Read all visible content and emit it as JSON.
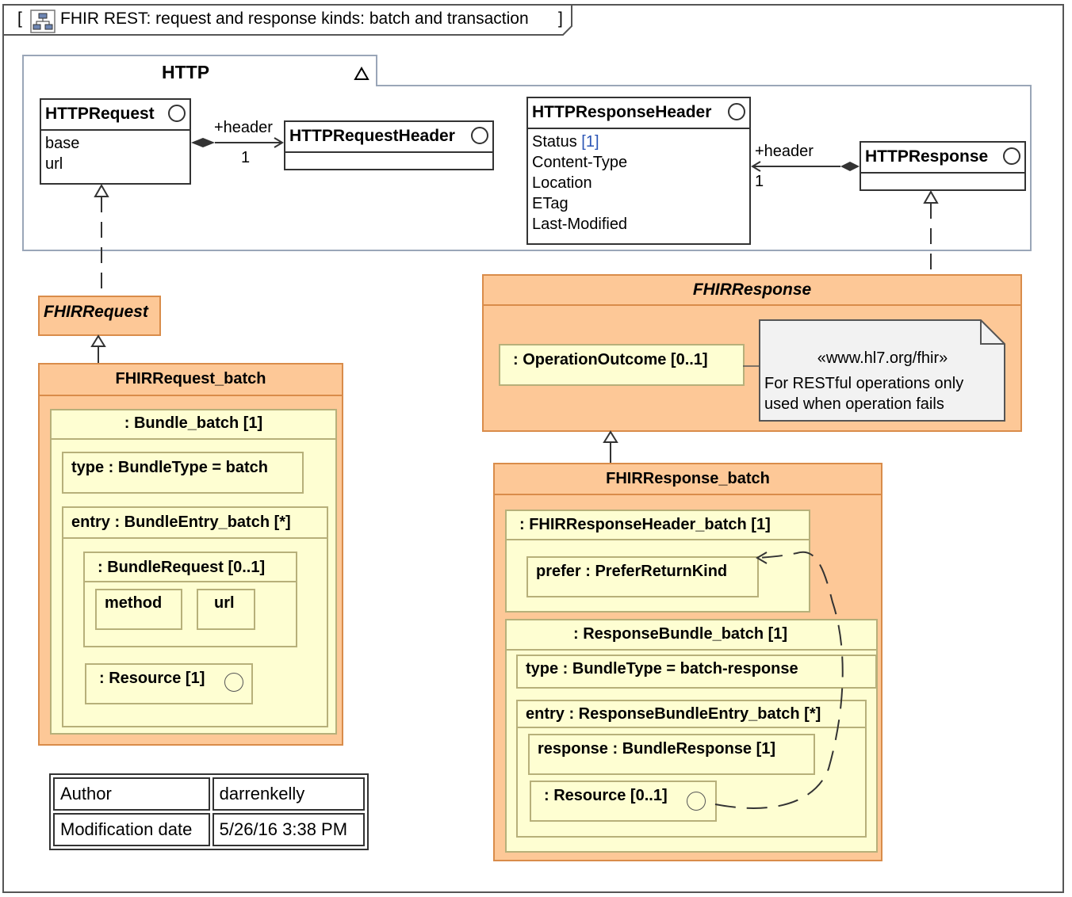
{
  "diagram": {
    "title": "FHIR REST: request and response kinds: batch and transaction",
    "bracket_open": "[",
    "bracket_close": "]",
    "icon": "class-diagram-icon"
  },
  "http_package": {
    "name": "HTTP",
    "http_request": {
      "name": "HTTPRequest",
      "attributes": [
        "base",
        "url"
      ]
    },
    "http_request_header": {
      "name": "HTTPRequestHeader"
    },
    "request_assoc": {
      "role": "+header",
      "multiplicity": "1"
    },
    "http_response_header": {
      "name": "HTTPResponseHeader",
      "status_label": "Status",
      "status_mult": "[1]",
      "attributes": [
        "Content-Type",
        "Location",
        "ETag",
        "Last-Modified"
      ]
    },
    "response_assoc": {
      "role": "+header",
      "multiplicity": "1"
    },
    "http_response": {
      "name": "HTTPResponse"
    }
  },
  "fhir_request": {
    "name": "FHIRRequest"
  },
  "fhir_request_batch": {
    "name": "FHIRRequest_batch",
    "bundle": "Bundle_batch [1]",
    "type_attr": "type : BundleType = batch",
    "entry": "entry : BundleEntry_batch [*]",
    "bundle_request": "BundleRequest [0..1]",
    "method": "method",
    "url": "url",
    "resource": "Resource [1]"
  },
  "fhir_response": {
    "name": "FHIRResponse",
    "operation_outcome": "OperationOutcome [0..1]",
    "note_stereotype": "«www.hl7.org/fhir»",
    "note_line1": "For RESTful operations only",
    "note_line2": "used when operation fails"
  },
  "fhir_response_batch": {
    "name": "FHIRResponse_batch",
    "header": "FHIRResponseHeader_batch [1]",
    "prefer": "prefer : PreferReturnKind",
    "bundle": "ResponseBundle_batch [1]",
    "type_attr": "type : BundleType = batch-response",
    "entry": "entry : ResponseBundleEntry_batch [*]",
    "response": "response : BundleResponse [1]",
    "resource": "Resource [0..1]"
  },
  "meta": {
    "author_label": "Author",
    "author_value": "darrenkelly",
    "date_label": "Modification date",
    "date_value": "5/26/16 3:38 PM"
  }
}
